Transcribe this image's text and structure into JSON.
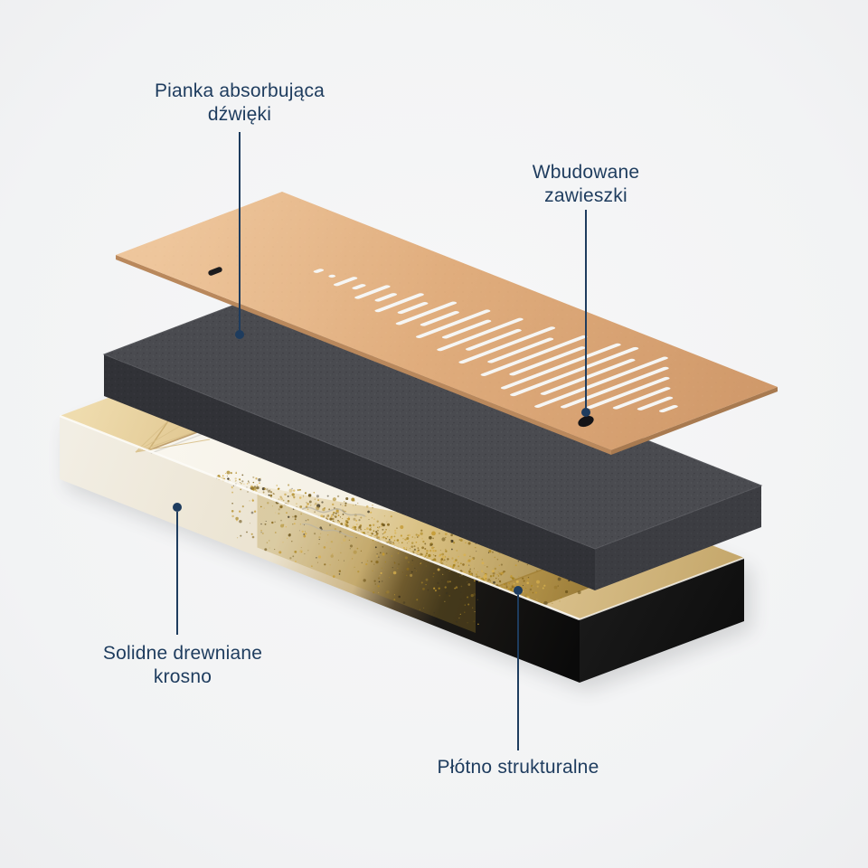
{
  "page": {
    "background": "#f3f4f5"
  },
  "colors": {
    "accent": "#1e3c5e",
    "board_tan": "#e0ad7d",
    "foam_gray": "#48494e",
    "canvas_cream": "#f4f1e8",
    "gold_speckle": "#b08c2a",
    "wood_frame": "#e0c48e",
    "canvas_black_side": "#111111"
  },
  "labels": {
    "foam": {
      "lines": [
        "Pianka absorbująca",
        "dźwięki"
      ]
    },
    "hangers": {
      "lines": [
        "Wbudowane",
        "zawieszki"
      ]
    },
    "frame": {
      "lines": [
        "Solidne drewniane",
        "krosno"
      ]
    },
    "canvas": {
      "lines": [
        "Płótno strukturalne"
      ]
    }
  }
}
